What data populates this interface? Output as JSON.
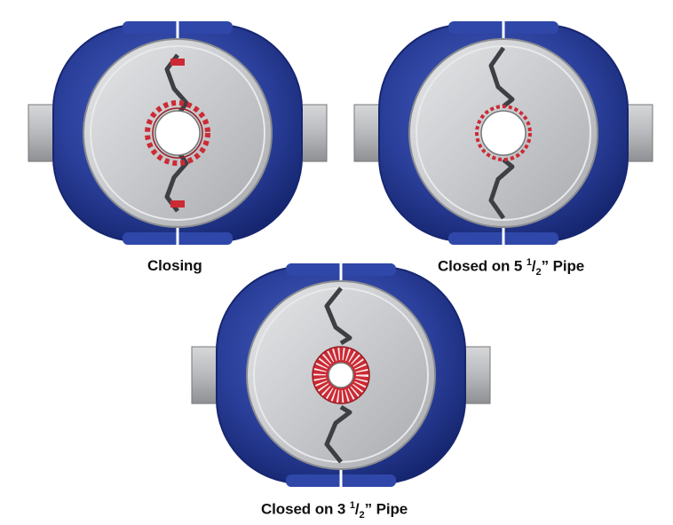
{
  "diagram": {
    "panels": [
      {
        "caption": "Closing",
        "state": "closing"
      },
      {
        "caption_main": "Closed on 5 ",
        "caption_num": "1",
        "caption_sep": "/",
        "caption_den": "2",
        "caption_tail": "” Pipe",
        "state": "closed-large"
      },
      {
        "caption_main": "Closed on 3 ",
        "caption_num": "1",
        "caption_sep": "/",
        "caption_den": "2",
        "caption_tail": "” Pipe",
        "state": "closed-small"
      }
    ],
    "colors": {
      "housing_blue": "#2a3f9a",
      "housing_dark": "#162670",
      "face_grey": "#c7c9cc",
      "pipe_grey": "#b7b9bc",
      "seal_red": "#cc2a34",
      "profile_dark": "#3d3f45"
    }
  }
}
